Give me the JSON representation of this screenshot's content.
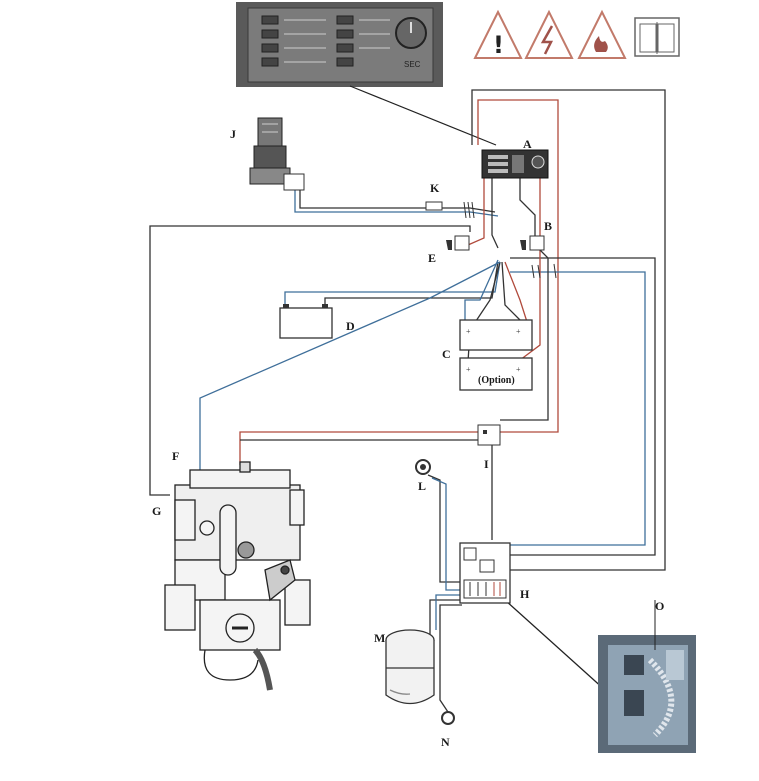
{
  "diagram": {
    "labels": {
      "A": "A",
      "B": "B",
      "C": "C",
      "D": "D",
      "E": "E",
      "F": "F",
      "G": "G",
      "H": "H",
      "I": "I",
      "J": "J",
      "K": "K",
      "L": "L",
      "M": "M",
      "N": "N",
      "O": "O"
    },
    "battery_option_label": "(Option)",
    "panel_photo_text": "SEC",
    "warning_icons": [
      "exclamation-warning-icon",
      "electrical-hazard-icon",
      "fire-hazard-icon",
      "manual-book-icon"
    ],
    "wire_colors": {
      "black": "#333333",
      "red": "#b04a3c",
      "blue": "#3f6f9a",
      "dark": "#222222"
    }
  }
}
